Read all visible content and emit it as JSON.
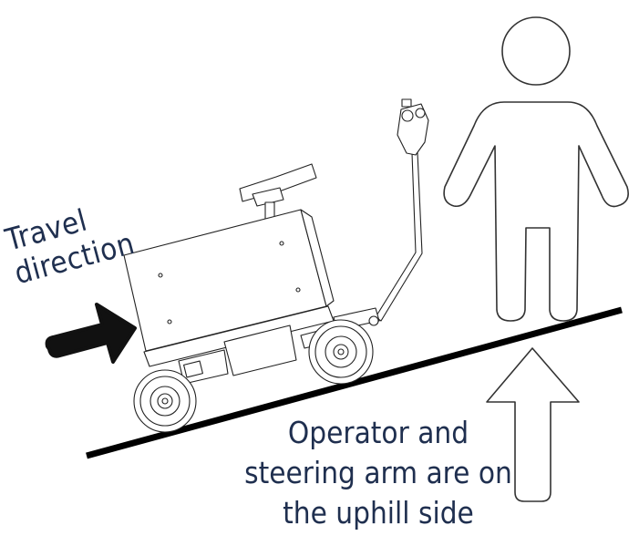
{
  "labels": {
    "travel_line1": "Travel",
    "travel_line2": "direction",
    "operator_line1": "Operator and",
    "operator_line2": "steering arm are on",
    "operator_line3": "the uphill side"
  },
  "colors": {
    "text": "#1f2f4f",
    "line": "#000000",
    "arrow": "#111111",
    "outline": "#333333"
  },
  "icons": {
    "person": "person-silhouette-icon",
    "direction_arrow": "arrow-right-icon",
    "up_arrow": "arrow-up-icon"
  }
}
